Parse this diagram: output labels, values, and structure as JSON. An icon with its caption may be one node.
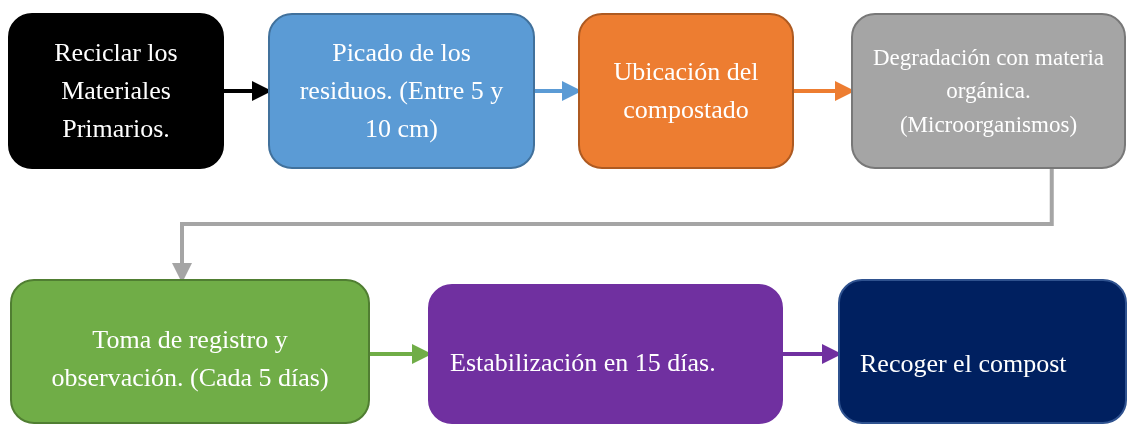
{
  "diagram": {
    "nodes": [
      {
        "text": [
          "Reciclar los Materiales Primarios."
        ]
      },
      {
        "text": [
          "Picado de los residuos. (Entre 5 y 10 cm)"
        ]
      },
      {
        "text": [
          "Ubicación del compostado"
        ]
      },
      {
        "text": [
          "Degradación con materia orgánica. (Microorganismos)"
        ]
      },
      {
        "text": [
          "Toma de registro y observación. (Cada 5 días)"
        ]
      },
      {
        "text": [
          "Estabilización en 15 días."
        ]
      },
      {
        "text": [
          "Recoger el compost"
        ]
      }
    ],
    "edges": [
      {
        "from": 0,
        "to": 1,
        "arrow": "to",
        "color": "#000000"
      },
      {
        "from": 1,
        "to": 2,
        "arrow": "to",
        "color": "#5b9bd5"
      },
      {
        "from": 2,
        "to": 3,
        "arrow": "to",
        "color": "#ed7d31"
      },
      {
        "from": 3,
        "to": 4,
        "arrow": "to",
        "color": "#a5a5a5"
      },
      {
        "from": 4,
        "to": 5,
        "arrow": "to",
        "color": "#70ad47"
      },
      {
        "from": 5,
        "to": 6,
        "arrow": "to",
        "color": "#7030a0"
      }
    ]
  }
}
